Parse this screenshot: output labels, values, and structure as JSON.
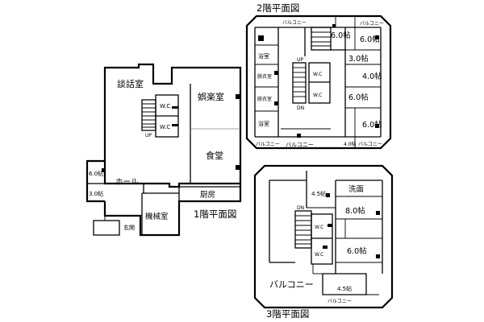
{
  "floor1": {
    "caption": "1階平面図",
    "rooms": {
      "lounge": "談話室",
      "recreation": "娯楽室",
      "dining": "食堂",
      "hall": "ホール",
      "kitchen": "厨房",
      "machine_room": "機械室",
      "entrance": "玄関",
      "room_6jo": "6.0帖",
      "room_3jo": "3.0帖",
      "wc_upper": "W.C",
      "wc_lower": "W.C",
      "stair_up": "UP"
    }
  },
  "floor2": {
    "caption": "2階平面図",
    "rooms": {
      "bath_upper": "浴室",
      "dressing_upper": "脱衣室",
      "dressing_lower": "脱衣室",
      "bath_lower": "浴室",
      "balcony_top_left": "バルコニー",
      "balcony_top_right": "バルコニー",
      "balcony_left_bottom": "バルコニー",
      "balcony_bottom": "バルコニー",
      "balcony_bottom_right": "バルコニー",
      "room_6jo_a": "6.0帖",
      "room_6jo_b": "6.0帖",
      "room_3jo": "3.0帖",
      "room_4jo_a": "4.0帖",
      "room_6jo_c": "6.0帖",
      "room_6jo_d": "6.0帖",
      "room_4jo_b": "4.0帖",
      "wc_upper": "W.C",
      "wc_lower": "W.C",
      "stair_up": "UP",
      "stair_dn": "DN"
    }
  },
  "floor3": {
    "caption": "3階平面図",
    "rooms": {
      "room_45jo_top": "4.5帖",
      "washroom": "洗面",
      "room_8jo": "8.0帖",
      "room_6jo": "6.0帖",
      "room_45jo_bottom": "4.5帖",
      "balcony_large": "バルコニー",
      "balcony_small": "バルコニー",
      "wc_upper": "W.C",
      "wc_lower": "W.C",
      "stair_dn": "DN"
    }
  }
}
